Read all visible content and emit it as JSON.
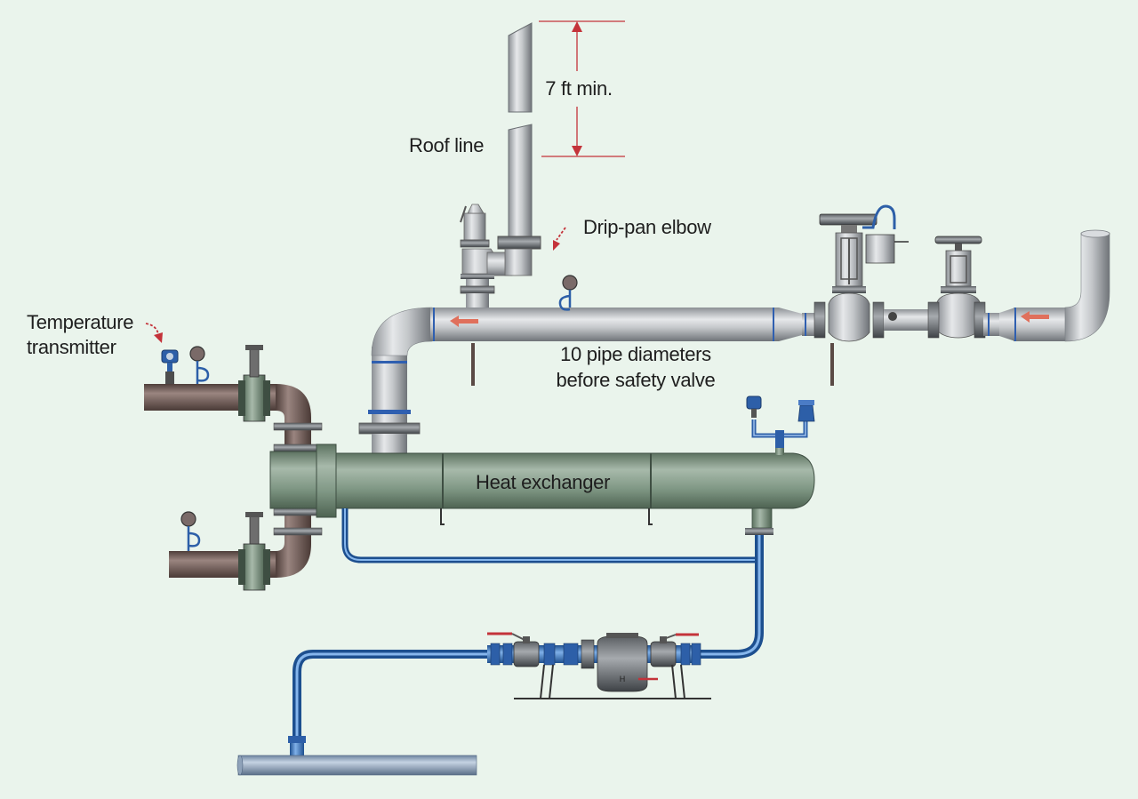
{
  "labels": {
    "dimension": "7 ft min.",
    "roof_line": "Roof line",
    "drip_pan_elbow": "Drip-pan elbow",
    "temperature_transmitter_line1": "Temperature",
    "temperature_transmitter_line2": "transmitter",
    "pipe_diameters_line1": "10 pipe diameters",
    "pipe_diameters_line2": "before safety valve",
    "heat_exchanger": "Heat exchanger"
  },
  "colors": {
    "background": "#eaf4ec",
    "steam_pipe": "#b9bcbf",
    "water_pipe": "#6e5a55",
    "condensate_pipe": "#2f73c4",
    "heat_exchanger_shell": "#7f9784",
    "flow_arrow": "#e0705c",
    "dimension_line": "#c4333a"
  },
  "icons": [
    "flow-arrow-icon",
    "pressure-gauge-icon",
    "temperature-transmitter-icon",
    "control-valve-icon",
    "gate-valve-icon",
    "steam-trap-icon",
    "ball-valve-icon",
    "safety-valve-icon"
  ]
}
